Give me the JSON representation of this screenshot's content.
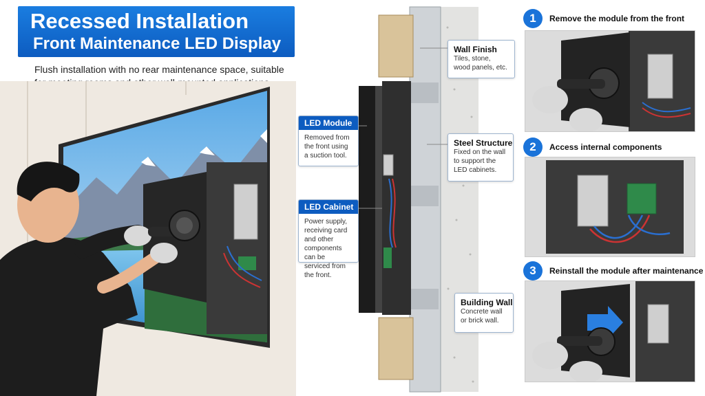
{
  "title": {
    "line1": "Recessed Installation",
    "line2": "Front Maintenance LED Display"
  },
  "description": "Flush installation with no rear maintenance space, suitable for meeting rooms and other wall-mounted applications.",
  "callouts": {
    "wall_finish": {
      "title": "Wall Finish",
      "text": "Tiles, stone, wood panels, etc."
    },
    "led_module": {
      "title": "LED Module",
      "text": "Removed from the front using a suction tool."
    },
    "steel_structure": {
      "title": "Steel Structure",
      "text": "Fixed on the wall to support the LED cabinets."
    },
    "led_cabinet": {
      "title": "LED Cabinet",
      "text": "Power supply, receiving card and other components can be serviced from the front."
    },
    "building_wall": {
      "title": "Building Wall",
      "text": "Concrete wall or brick wall."
    }
  },
  "steps": [
    {
      "number": "1",
      "label": "Remove the module from the front"
    },
    {
      "number": "2",
      "label": "Access internal components"
    },
    {
      "number": "3",
      "label": "Reinstall the module after maintenance"
    }
  ],
  "colors": {
    "brand_blue": "#0d5cc0",
    "step_blue": "#1a73d9",
    "arrow_blue": "#2a7fe0"
  },
  "icons": [
    "suction-cup-icon",
    "glove-hand-icon",
    "arrow-right-icon"
  ]
}
